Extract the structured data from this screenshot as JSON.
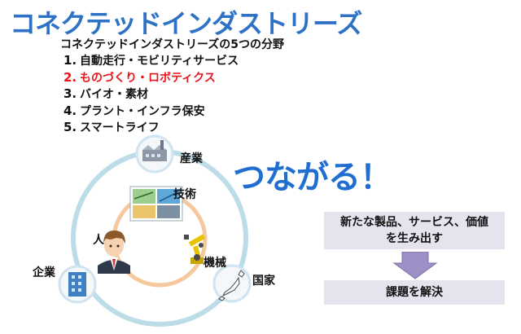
{
  "title": "コネクテッドインダストリーズ",
  "fields": {
    "heading": "コネクテッドインダストリーズの5つの分野",
    "items": [
      {
        "num": "1.",
        "text": "自動走行・モビリティサービス",
        "highlight": false
      },
      {
        "num": "2.",
        "text": "ものづくり・ロボティクス",
        "highlight": true
      },
      {
        "num": "3.",
        "text": "バイオ・素材",
        "highlight": false
      },
      {
        "num": "4.",
        "text": "プラント・インフラ保安",
        "highlight": false
      },
      {
        "num": "5.",
        "text": "スマートライフ",
        "highlight": false
      }
    ]
  },
  "diagram": {
    "outer": {
      "industry": "産業",
      "company": "企業",
      "nation": "国家"
    },
    "inner": {
      "technology": "技術",
      "person": "人",
      "machine": "機械"
    }
  },
  "slogan": "つながる！",
  "outcomes": {
    "box1_line1": "新たな製品、サービス、価値",
    "box1_line2": "を生み出す",
    "box2": "課題を解決"
  },
  "colors": {
    "title": "#2e72c6",
    "highlight": "#e8141c",
    "outer_ring": "#bcdde8",
    "inner_ring": "#f6c89e",
    "box_bg": "#e6e3ef",
    "arrow": "#9e8fc6"
  }
}
